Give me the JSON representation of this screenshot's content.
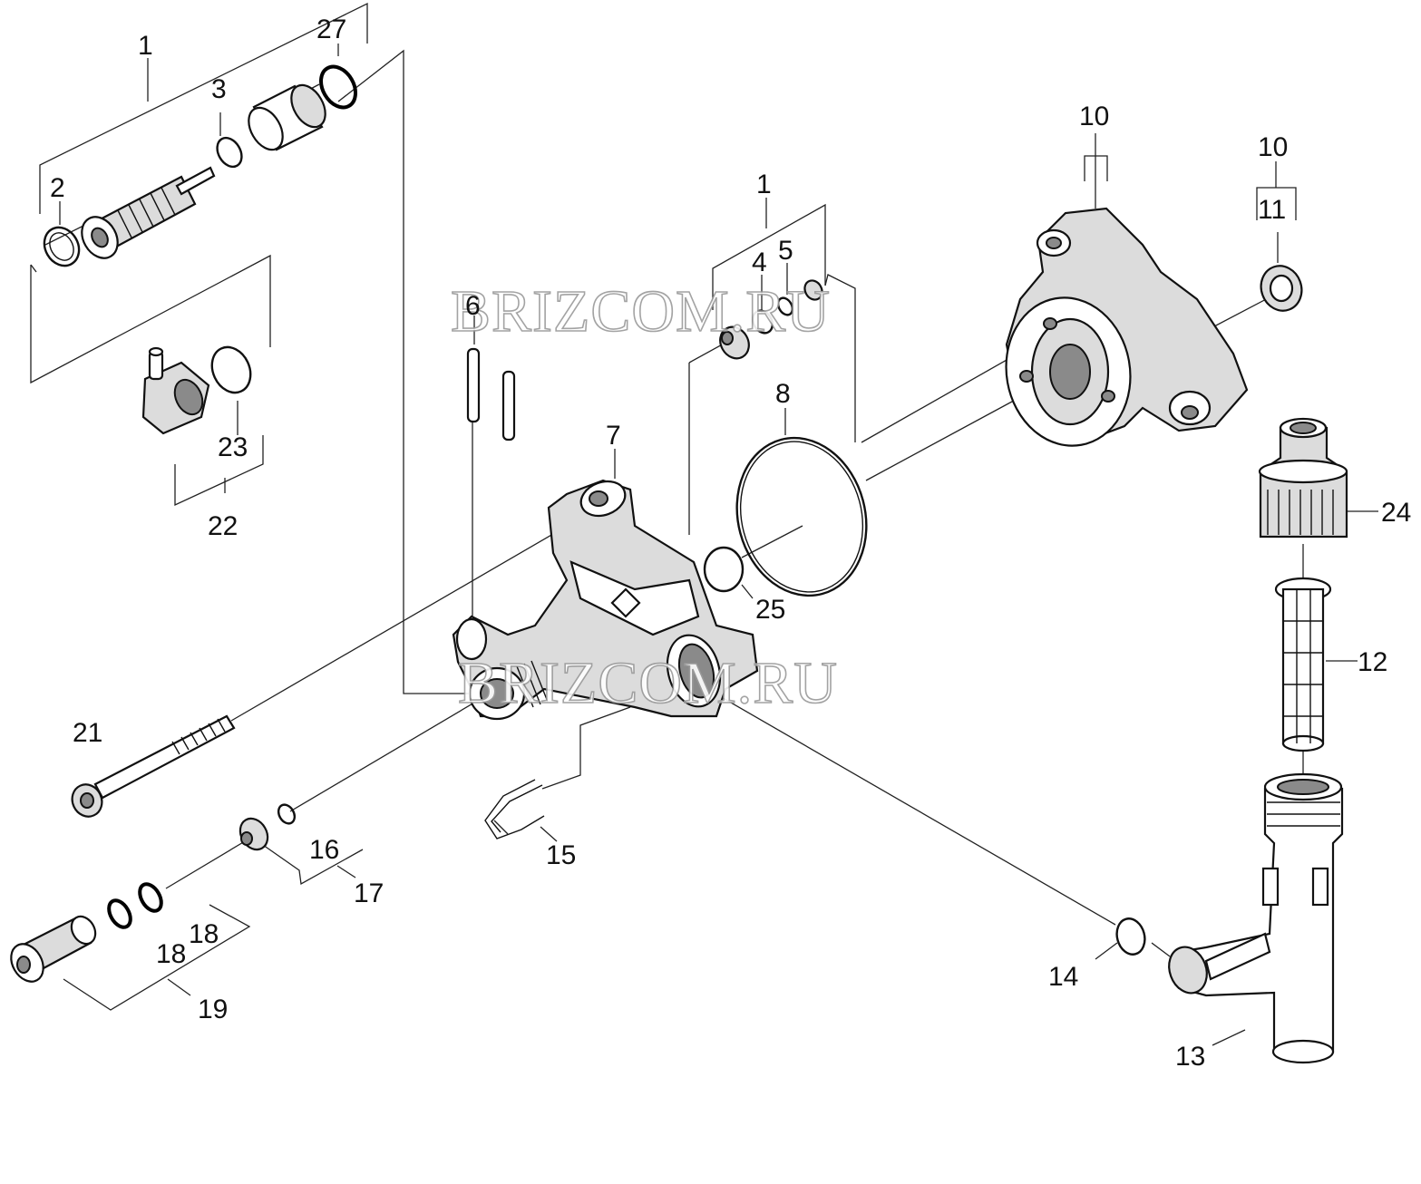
{
  "diagram": {
    "type": "exploded parts diagram",
    "watermark": "BRIZCOM.RU",
    "part_labels": {
      "l1a": "1",
      "l27": "27",
      "l3": "3",
      "l2": "2",
      "l23": "23",
      "l22": "22",
      "l6": "6",
      "l1b": "1",
      "l4": "4",
      "l5": "5",
      "l7": "7",
      "l8": "8",
      "l25": "25",
      "l10a": "10",
      "l10b": "10",
      "l11": "11",
      "l24": "24",
      "l12": "12",
      "l21": "21",
      "l15": "15",
      "l16": "16",
      "l17": "17",
      "l18a": "18",
      "l18b": "18",
      "l19": "19",
      "l14": "14",
      "l13": "13"
    }
  }
}
